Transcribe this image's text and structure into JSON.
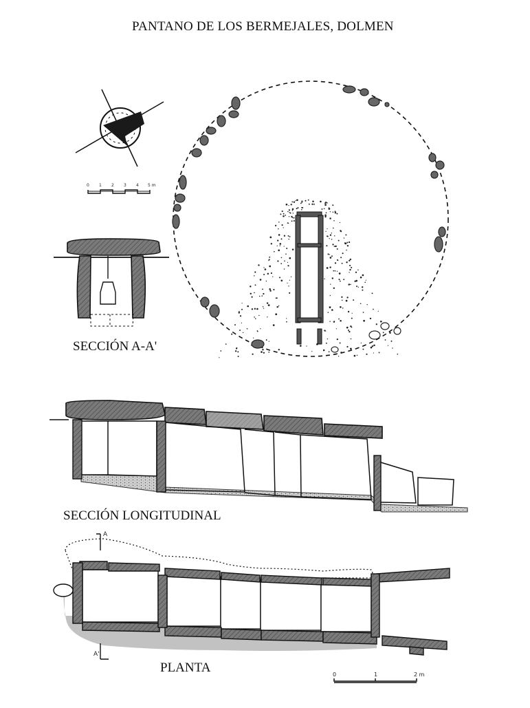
{
  "title": "PANTANO DE LOS BERMEJALES, DOLMEN",
  "sections": {
    "seccion_aa": "SECCIÓN A-A'",
    "seccion_longitudinal": "SECCIÓN LONGITUDINAL",
    "planta": "PLANTA"
  },
  "scale_small": {
    "ticks": [
      "0",
      "1",
      "2",
      "3",
      "4",
      "5 m"
    ]
  },
  "scale_large": {
    "ticks": [
      "0",
      "1",
      "2 m"
    ]
  },
  "section_marks": {
    "top": "A",
    "bottom": "A'"
  },
  "colors": {
    "ink": "#111111",
    "stone": "#6a6a6a",
    "stone_light": "#9a9a9a",
    "paper": "#ffffff"
  }
}
